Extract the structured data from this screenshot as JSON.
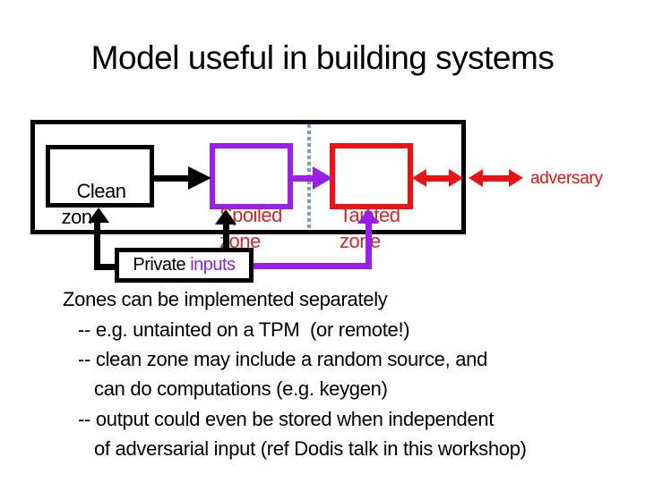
{
  "slide": {
    "title": "Model useful in building systems",
    "diagram": {
      "clean_zone_label": "Clean\n zone",
      "spoiled_zone_label": "Spoiled\nzone",
      "tainted_zone_label": "Tainted\nzone",
      "private_inputs_label_black": "Private ",
      "private_inputs_label_purple": "inputs",
      "adversary_label": "adversary",
      "colors": {
        "box_black": "#000000",
        "box_purple": "#9B1FE8",
        "box_red": "#EA1414",
        "zone_text_red": "#CC2929",
        "adversary_red": "#E01414",
        "dotted_divider": "#7E9DB8"
      }
    },
    "body": {
      "lines": [
        {
          "text": "Zones can be implemented separately"
        },
        {
          "text": "-- e.g. untainted on a TPM  (or remote!)"
        },
        {
          "text": "-- clean zone may include a random source, and"
        },
        {
          "text": "can do computations (e.g. keygen)"
        },
        {
          "text": "-- output could even be stored when independent"
        },
        {
          "text": "of adversarial input (ref Dodis talk in this workshop)"
        }
      ]
    }
  }
}
